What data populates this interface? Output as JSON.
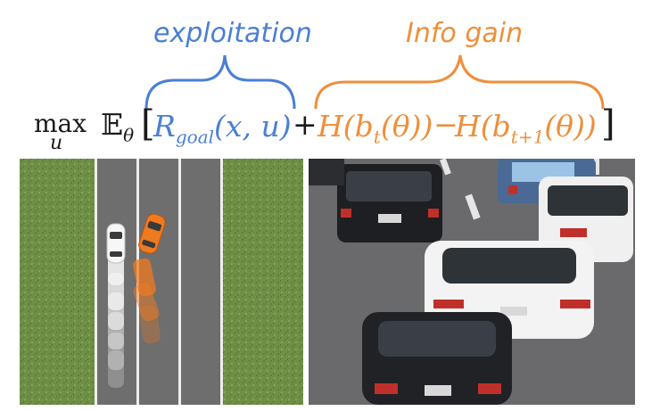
{
  "labels": {
    "exploitation": "exploitation",
    "info_gain": "Info gain"
  },
  "equation": {
    "max": "max",
    "max_sub": "u",
    "expectation": "𝔼",
    "expectation_sub": "θ",
    "open_bracket": "[",
    "reward": "R",
    "reward_sub": "goal",
    "reward_args": "(x, u)",
    "plus": "+",
    "entropy_now": "H(b",
    "entropy_now_sub": "t",
    "entropy_now_arg": "(θ))",
    "minus": "−",
    "entropy_next": "H(b",
    "entropy_next_sub": "t+1",
    "entropy_next_arg": "(θ))",
    "close_bracket": "]"
  },
  "colors": {
    "exploitation": "#4a7fd4",
    "info_gain": "#ee8f3c",
    "text": "#1a1a1a",
    "grass": "#6f8f47",
    "road": "#6e6e6e",
    "lane_line": "#eeeeee",
    "white_car": "#f2f2f2",
    "orange_car": "#f07a20"
  },
  "images": {
    "left_icon": "simulated-road-icon",
    "right_icon": "real-traffic-photo-icon"
  }
}
